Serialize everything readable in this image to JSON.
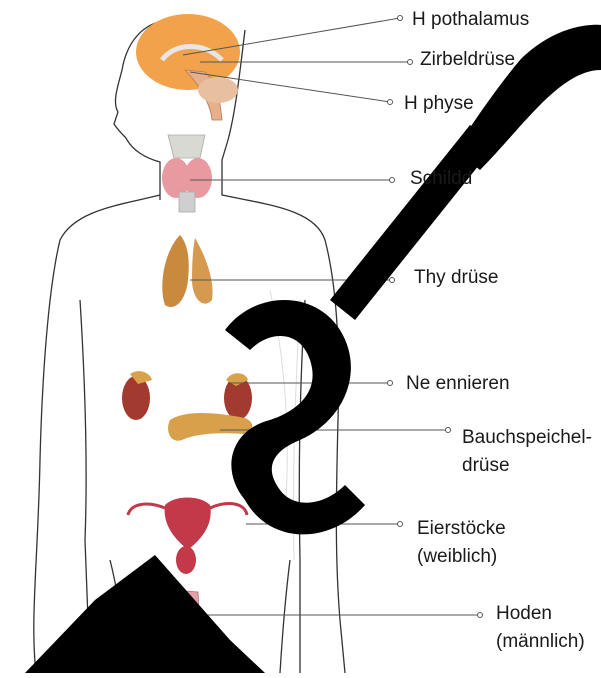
{
  "labels": {
    "hypothalamus": "H  pothalamus",
    "zirbeldruese": "Zirbeldrüse",
    "hypophyse": "H    physe",
    "schilddruese": "Schildd",
    "thymusdruese": "Thy      drüse",
    "nebennieren": "Ne    ennieren",
    "bauchspeichel_1": "Bauchspeichel-",
    "bauchspeichel_2": "drüse",
    "eierstoecke_1": "Eierstöcke",
    "eierstoecke_2": "(weiblich)",
    "hoden_1": "Hoden",
    "hoden_2": "(männlich)"
  },
  "colors": {
    "brain": "#f2a24a",
    "thyroid": "#e89aa0",
    "thymus": "#c98a3e",
    "kidney": "#a33a2f",
    "pancreas": "#d8a04a",
    "ovary": "#c23a4a",
    "watermark": "#000000",
    "outline": "#333333"
  }
}
